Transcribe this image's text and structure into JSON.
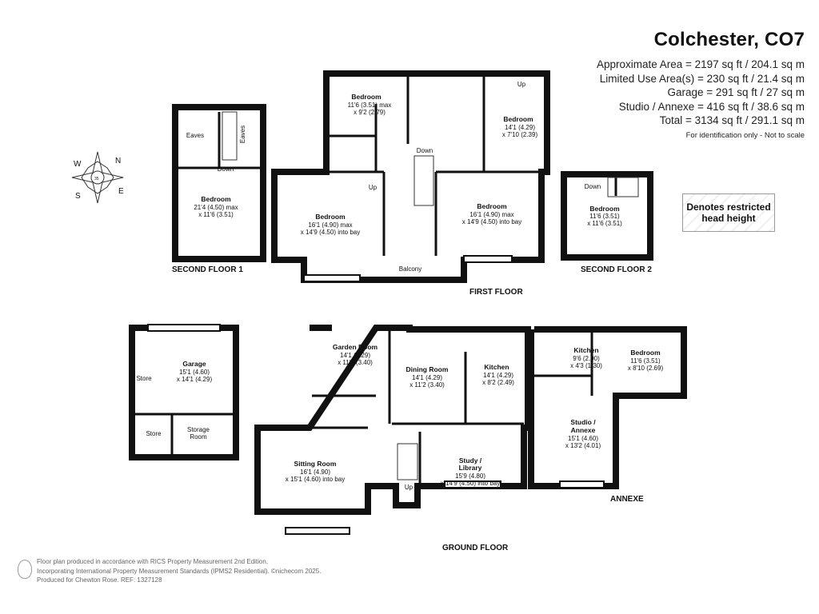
{
  "header": {
    "title": "Colchester, CO7",
    "areas": [
      "Approximate Area = 2197 sq ft / 204.1 sq m",
      "Limited Use Area(s) = 230 sq ft / 21.4 sq m",
      "Garage = 291 sq ft / 27 sq m",
      "Studio / Annexe = 416 sq ft / 38.6 sq m",
      "Total = 3134 sq ft / 291.1 sq m"
    ],
    "note": "For identification only - Not to scale"
  },
  "legend": {
    "restricted": "Denotes restricted head height"
  },
  "compass": {
    "letters": [
      "N",
      "E",
      "S",
      "W"
    ],
    "inner": "35"
  },
  "floors": {
    "second1": "SECOND FLOOR 1",
    "second2": "SECOND FLOOR 2",
    "first": "FIRST FLOOR",
    "ground": "GROUND FLOOR",
    "annexe": "ANNEXE"
  },
  "rooms": {
    "sf1_bed": [
      "Bedroom",
      "21'4 (4.50) max",
      "x 11'6 (3.51)"
    ],
    "sf1_eaves_l": "Eaves",
    "sf1_eaves_r": "Eaves",
    "sf1_down": "Down",
    "sf2_bed": [
      "Bedroom",
      "11'6 (3.51)",
      "x 11'6 (3.51)"
    ],
    "sf2_down": "Down",
    "ff_bed_tl": [
      "Bedroom",
      "11'6 (3.51) max",
      "x 9'2 (2.79)"
    ],
    "ff_bed_tr": [
      "Bedroom",
      "14'1 (4.29)",
      "x 7'10 (2.39)"
    ],
    "ff_bed_l": [
      "Bedroom",
      "16'1 (4.90) max",
      "x 14'9 (4.50) into bay"
    ],
    "ff_bed_r": [
      "Bedroom",
      "16'1 (4.90) max",
      "x 14'9 (4.50) into bay"
    ],
    "ff_up1": "Up",
    "ff_up2": "Up",
    "ff_down": "Down",
    "ff_balcony": "Balcony",
    "gf_garden": [
      "Garden Room",
      "14'1 (4.29)",
      "x 11'2 (3.40)"
    ],
    "gf_dining": [
      "Dining Room",
      "14'1 (4.29)",
      "x 11'2 (3.40)"
    ],
    "gf_kitchen": [
      "Kitchen",
      "14'1 (4.29)",
      "x 8'2 (2.49)"
    ],
    "gf_sitting": [
      "Sitting Room",
      "16'1 (4.90)",
      "x 15'1 (4.60) into bay"
    ],
    "gf_study": [
      "Study /",
      "Library",
      "15'9 (4.80)",
      "x 14'9 (4.50) into bay"
    ],
    "gf_up": "Up",
    "garage": [
      "Garage",
      "15'1 (4.60)",
      "x 14'1 (4.29)"
    ],
    "store1": "Store",
    "store2": "Store",
    "storage": [
      "Storage",
      "Room"
    ],
    "an_kitchen": [
      "Kitchen",
      "9'6 (2.90)",
      "x 4'3 (1.30)"
    ],
    "an_bedroom": [
      "Bedroom",
      "11'6 (3.51)",
      "x 8'10 (2.69)"
    ],
    "an_studio": [
      "Studio /",
      "Annexe",
      "15'1 (4.60)",
      "x 13'2 (4.01)"
    ]
  },
  "footer": {
    "lines": [
      "Floor plan produced in accordance with RICS Property Measurement 2nd Edition,",
      "Incorporating International Property Measurement Standards (IPMS2 Residential).  ©nichecom 2025.",
      "Produced for Chewton Rose.   REF: 1327128"
    ]
  }
}
